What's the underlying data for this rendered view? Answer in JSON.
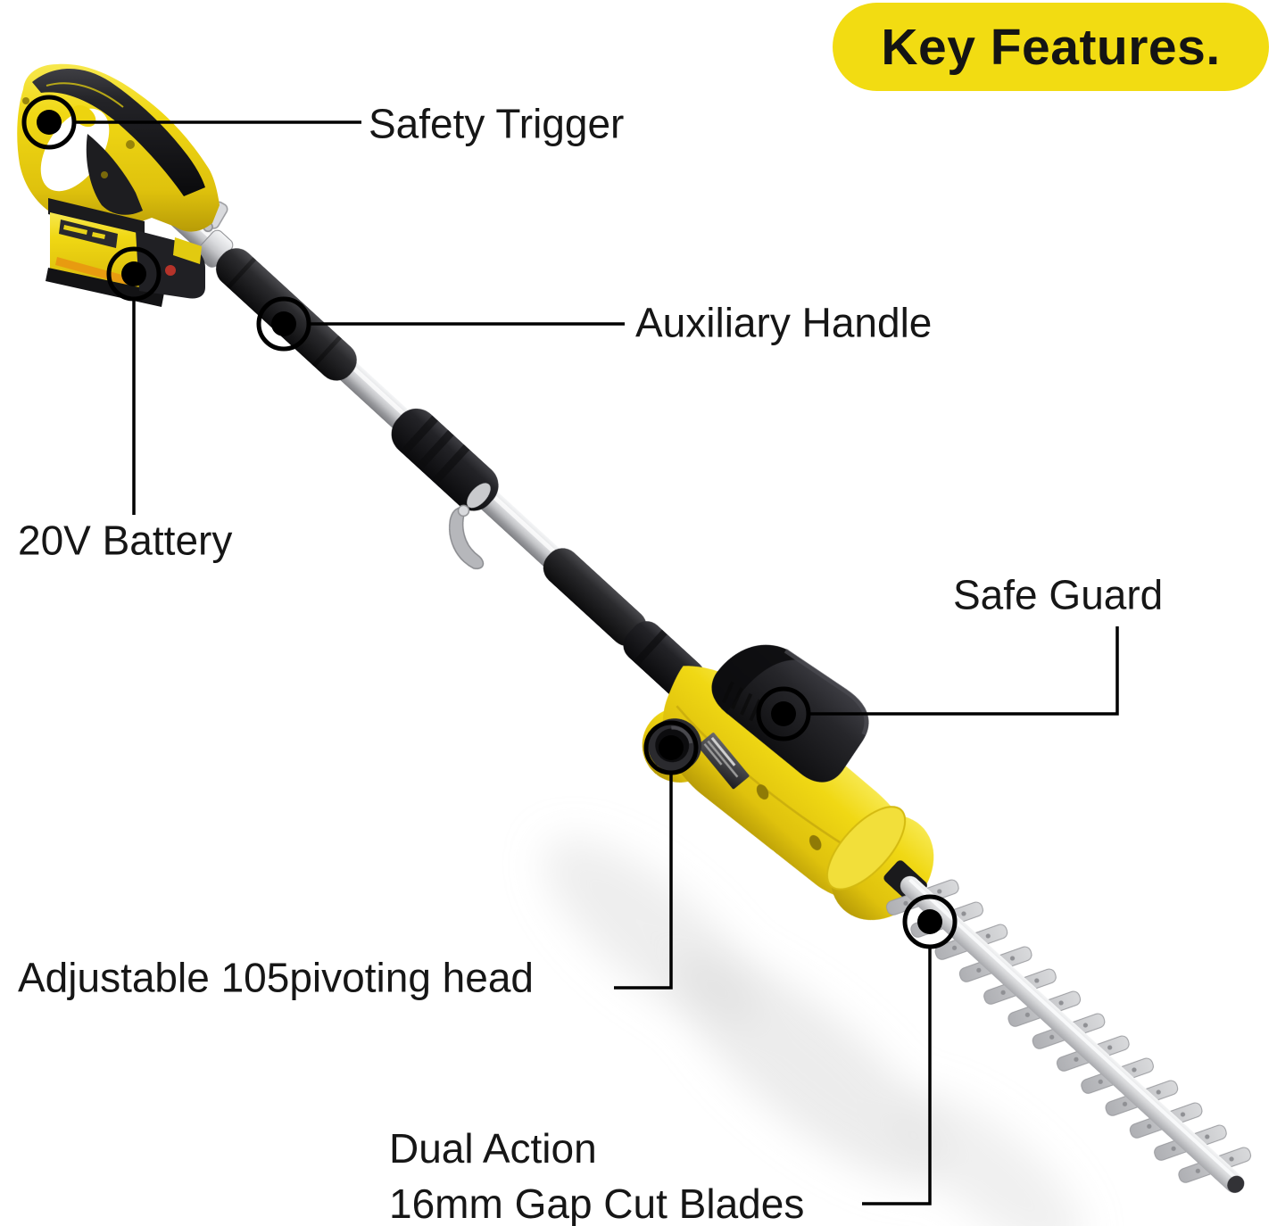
{
  "badge": {
    "text": "Key Features.",
    "bg_color": "#F2DC12",
    "text_color": "#141414"
  },
  "callouts": {
    "safety_trigger": {
      "label": "Safety Trigger"
    },
    "auxiliary_handle": {
      "label": "Auxiliary Handle"
    },
    "battery": {
      "label": "20V Battery"
    },
    "safe_guard": {
      "label": "Safe Guard"
    },
    "pivoting_head": {
      "label": "Adjustable 105pivoting head"
    },
    "blades": {
      "line1": "Dual Action",
      "line2": "16mm Gap Cut Blades"
    }
  },
  "product": {
    "icon": "pole-hedge-trimmer-illustration",
    "colors": {
      "body_yellow": "#EFD512",
      "grip_black": "#1C1C1E",
      "pole_silver": "#C9CACD",
      "blade_silver": "#C6C7CA",
      "marker_black": "#000000"
    }
  }
}
